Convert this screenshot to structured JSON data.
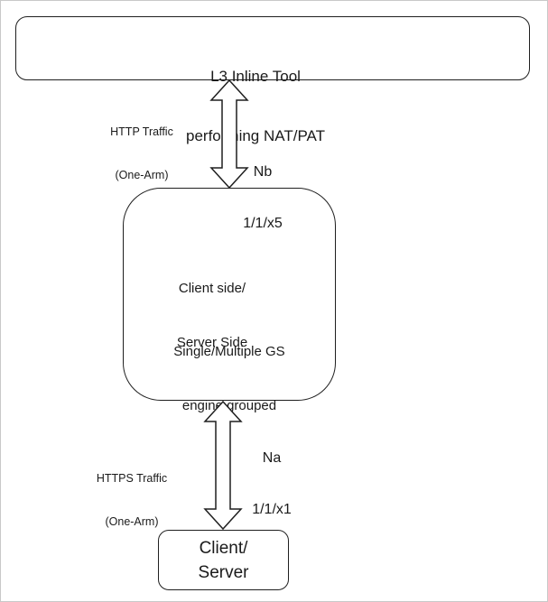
{
  "page": {
    "background": "#ffffff",
    "border_color": "#c9c9c9",
    "stroke_color": "#1f1f1f"
  },
  "nodes": {
    "tool": {
      "line1": "L3 Inline Tool",
      "line2": "performing NAT/PAT"
    },
    "engine": {
      "label1_line1": "Client side/",
      "label1_line2": "Server Side",
      "label2_line1": "Single/Multiple GS",
      "label2_line2": "engine grouped"
    },
    "client": {
      "line1": "Client/",
      "line2": "Server"
    }
  },
  "links": {
    "top": {
      "traffic_line1": "HTTP Traffic",
      "traffic_line2": "(One-Arm)",
      "port_line1": "Nb",
      "port_line2": "1/1/x5"
    },
    "bottom": {
      "traffic_line1": "HTTPS Traffic",
      "traffic_line2": "(One-Arm)",
      "port_line1": "Na",
      "port_line2": "1/1/x1"
    }
  }
}
